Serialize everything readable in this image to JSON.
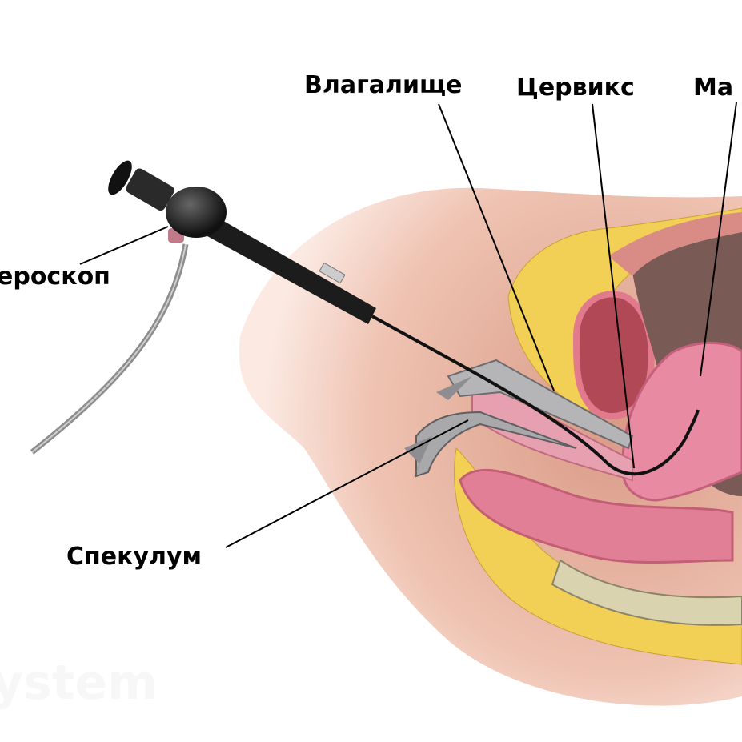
{
  "labels": {
    "vagina": "Влагалище",
    "cervix": "Цервикс",
    "uterus": "Ма",
    "hysteroscope": "ероскоп",
    "speculum": "Спекулум"
  },
  "watermark": "ystem",
  "colors": {
    "skin": "#eab9a6",
    "fat": "#f2cf55",
    "tissue": "#e58a9d",
    "instrument": "#1a1a1a",
    "speculum": "#a9a9ab"
  }
}
